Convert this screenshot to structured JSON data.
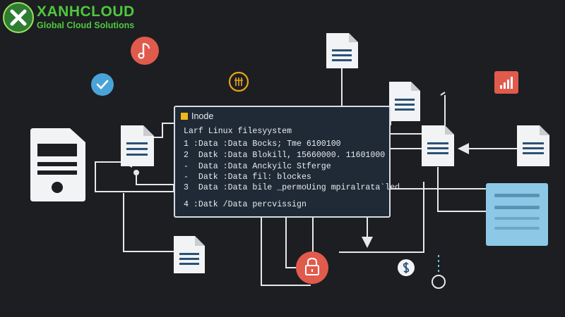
{
  "brand": {
    "name": "XANHCLOUD",
    "tagline": "Global Cloud Solutions"
  },
  "panel": {
    "title": "Inode",
    "lines": [
      "Larf Linux filesyystem",
      "1 :Data :Data Bocks; Tme 6100100",
      "2  Datk :Data Blokill, 15660000. 11601000",
      "-  Data :Data Anckyilc Stferge",
      "-  Datk :Data fil: blockes",
      "3  Data :Data bile _permoUing mpiralrata`led",
      "4 :Datk /Data percvissign"
    ]
  },
  "colors": {
    "background": "#1c1e22",
    "brand_green": "#4fc83c",
    "connector": "#e6e8ea",
    "panel_bg": "#1f2a36",
    "icon_red": "#e15b4c",
    "icon_blue": "#4aa3d8",
    "icon_gold": "#e8a317",
    "table_blue": "#8cc9e6"
  },
  "icons": [
    "x-logo-icon",
    "music-note-icon",
    "check-icon",
    "grid-lines-icon",
    "bar-chart-icon",
    "lock-icon",
    "dollar-icon",
    "document-icon",
    "database-table-icon"
  ]
}
